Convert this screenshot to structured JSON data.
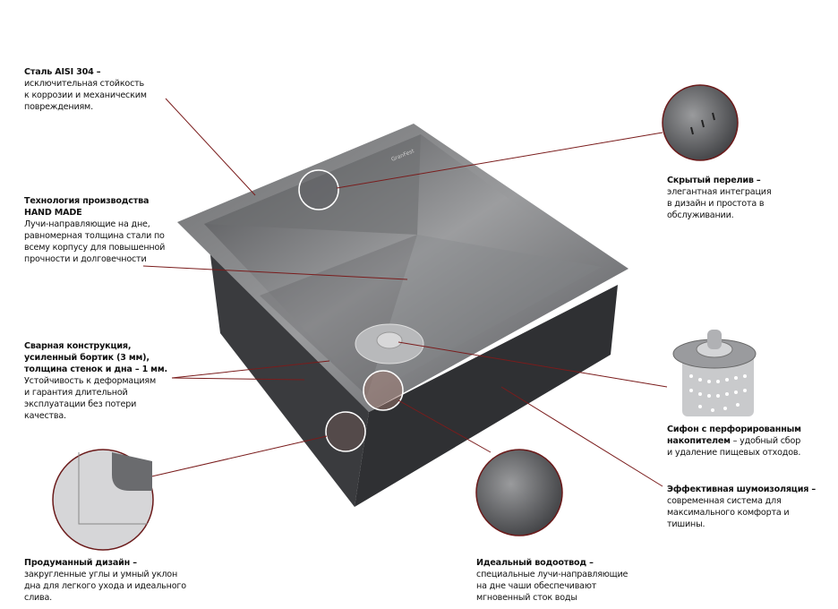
{
  "brand": "GranFest",
  "colors": {
    "line": "#7a1c1c",
    "steel_dark": "#3a3b3d",
    "steel_light": "#8d8f92"
  },
  "features": {
    "steel": {
      "title": "Сталь AISI 304 –",
      "lines": [
        "исключительная стойкость",
        "к коррозии и механическим",
        "повреждениям."
      ]
    },
    "handmade": {
      "title1": "Технология производства",
      "title2": "HAND MADE",
      "lines": [
        "Лучи-направляющие на дне,",
        "равномерная толщина стали по",
        "всему корпусу для повышенной",
        "прочности и долговечности"
      ]
    },
    "welded": {
      "title_lines": [
        "Сварная конструкция,",
        "усиленный бортик (3 мм),",
        "толщина стенок и дна – 1 мм."
      ],
      "lines": [
        "Устойчивость к деформациям",
        "и гарантия длительной",
        "эксплуатации без потери",
        "качества."
      ]
    },
    "design": {
      "title": "Продуманный дизайн –",
      "lines": [
        "закругленные углы и умный уклон",
        "дна для легкого ухода и идеального",
        "слива."
      ]
    },
    "drainage": {
      "title": "Идеальный водоотвод –",
      "lines": [
        "специальные лучи-направляющие",
        "на дне чаши обеспечивают",
        "мгновенный сток воды"
      ]
    },
    "overflow": {
      "title": "Скрытый перелив –",
      "lines": [
        "элегантная интеграция",
        "в дизайн и простота в",
        "обслуживании."
      ]
    },
    "siphon": {
      "title1": "Сифон с перфорированным",
      "title2": "накопителем",
      "rest2": " – удобный сбор",
      "lines": [
        "и удаление пищевых отходов."
      ]
    },
    "noise": {
      "title": "Эффективная шумоизоляция –",
      "lines": [
        "современная система для",
        "максимального комфорта и",
        "тишины."
      ]
    }
  }
}
